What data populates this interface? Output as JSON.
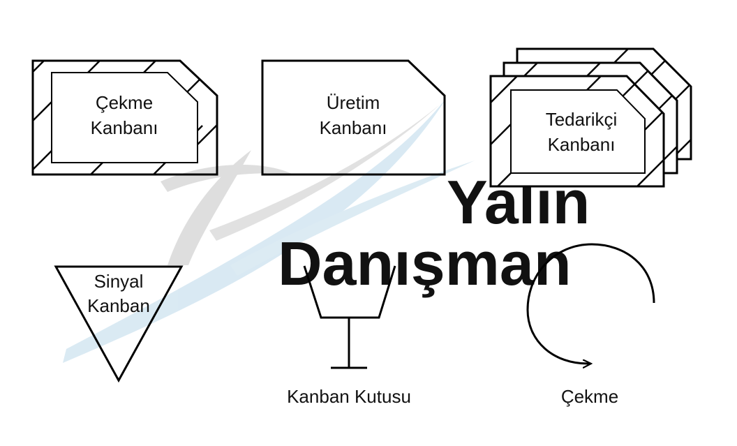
{
  "watermark": {
    "line1": "Yalın",
    "line2": "Danışman",
    "color_blue": "#cfe3ef",
    "color_gray": "#d6d6d6"
  },
  "symbols": {
    "cekme_kanbani": {
      "line1": "Çekme",
      "line2": "Kanbanı"
    },
    "uretim_kanbani": {
      "line1": "Üretim",
      "line2": "Kanbanı"
    },
    "tedarikci_kanbani": {
      "line1": "Tedarikçi",
      "line2": "Kanbanı"
    },
    "sinyal_kanban": {
      "line1": "Sinyal",
      "line2": "Kanban"
    },
    "kanban_kutusu": {
      "label": "Kanban Kutusu"
    },
    "cekme": {
      "label": "Çekme"
    }
  },
  "colors": {
    "stroke": "#000000",
    "background": "#ffffff"
  }
}
